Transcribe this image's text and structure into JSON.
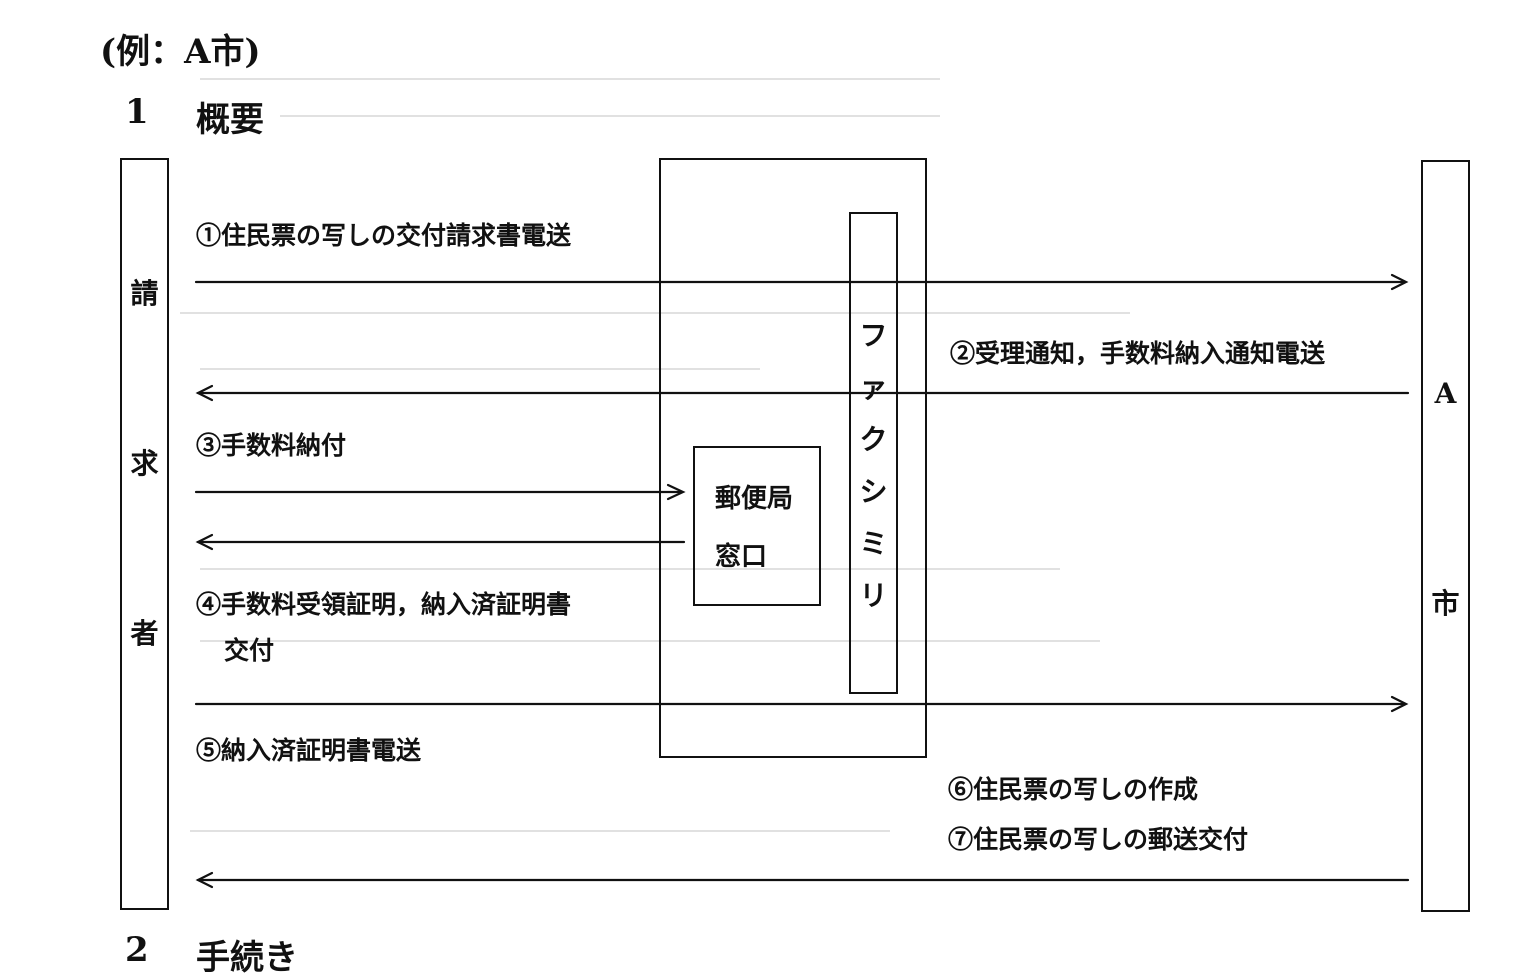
{
  "header": {
    "example": "(例：A市)",
    "section_number": "1",
    "section_title": "概要"
  },
  "actors": {
    "requester": [
      "請",
      "求",
      "者"
    ],
    "city": [
      "A",
      "市"
    ],
    "fax": [
      "フ",
      "ァ",
      "ク",
      "シ",
      "ミ",
      "リ"
    ],
    "post_office": [
      "郵便局",
      "窓口"
    ]
  },
  "steps": {
    "s1": "①住民票の写しの交付請求書電送",
    "s2": "②受理通知，手数料納入通知電送",
    "s3": "③手数料納付",
    "s4_line1": "④手数料受領証明，納入済証明書",
    "s4_line2": "交付",
    "s5": "⑤納入済証明書電送",
    "s6": "⑥住民票の写しの作成",
    "s7": "⑦住民票の写しの郵送交付"
  },
  "footer_cutoff": {
    "number": "2",
    "title": "手続き"
  }
}
